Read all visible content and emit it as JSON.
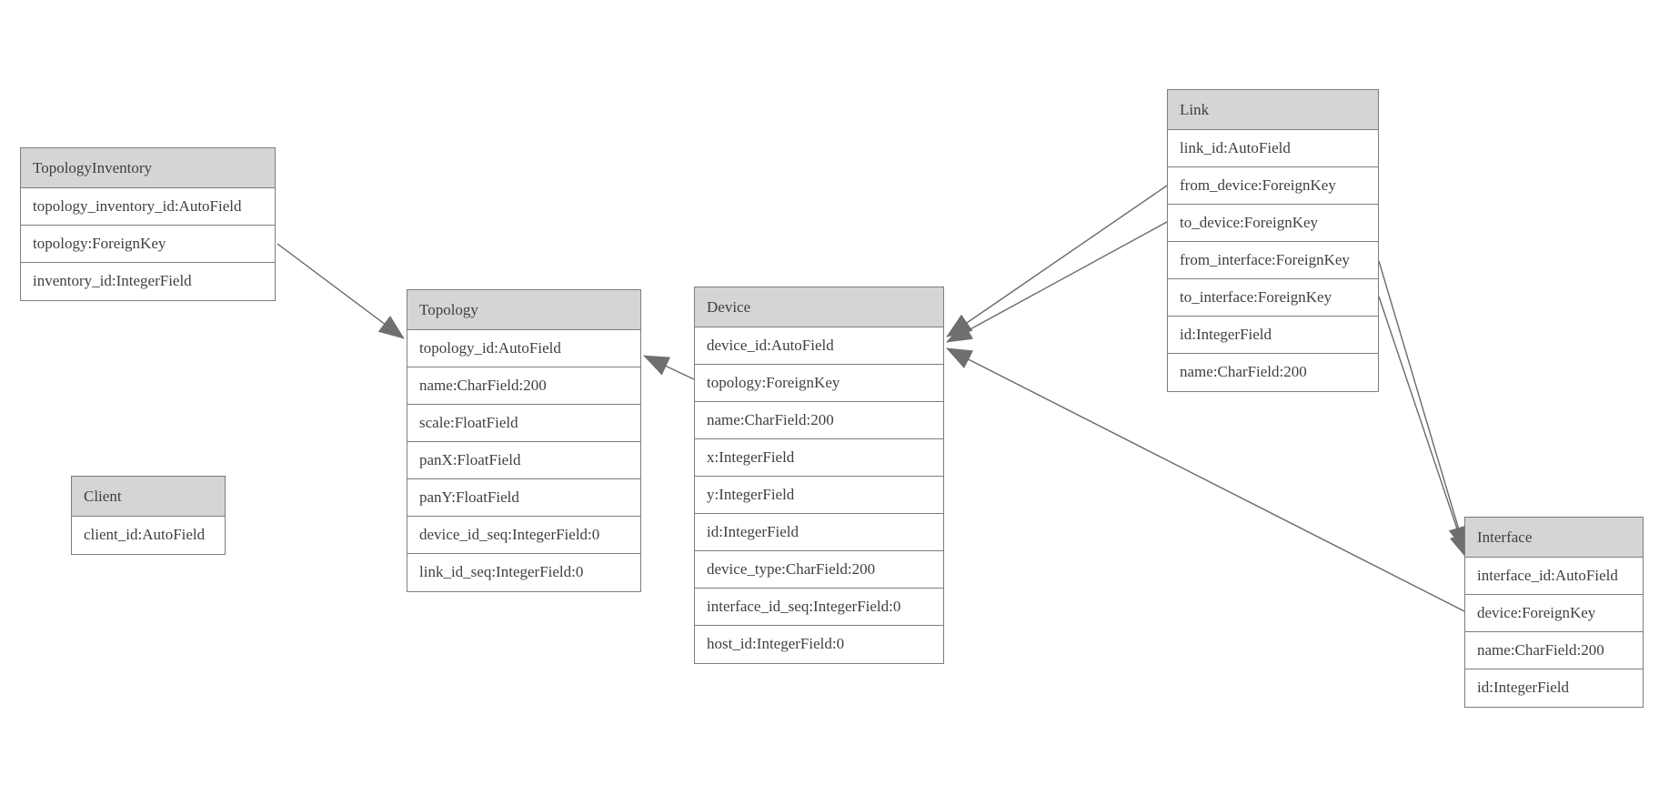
{
  "diagram": {
    "kind": "database-model-diagram",
    "colors": {
      "background": "#ffffff",
      "header_fill": "#d5d5d5",
      "border": "#7d7d7d",
      "text": "#3f3f3f",
      "line": "#6a6a6a",
      "arrowhead": "#6f6f6f"
    }
  },
  "entities": [
    {
      "name": "TopologyInventory",
      "fields": [
        "topology_inventory_id:AutoField",
        "topology:ForeignKey",
        "inventory_id:IntegerField"
      ]
    },
    {
      "name": "Topology",
      "fields": [
        "topology_id:AutoField",
        "name:CharField:200",
        "scale:FloatField",
        "panX:FloatField",
        "panY:FloatField",
        "device_id_seq:IntegerField:0",
        "link_id_seq:IntegerField:0"
      ]
    },
    {
      "name": "Client",
      "fields": [
        "client_id:AutoField"
      ]
    },
    {
      "name": "Device",
      "fields": [
        "device_id:AutoField",
        "topology:ForeignKey",
        "name:CharField:200",
        "x:IntegerField",
        "y:IntegerField",
        "id:IntegerField",
        "device_type:CharField:200",
        "interface_id_seq:IntegerField:0",
        "host_id:IntegerField:0"
      ]
    },
    {
      "name": "Link",
      "fields": [
        "link_id:AutoField",
        "from_device:ForeignKey",
        "to_device:ForeignKey",
        "from_interface:ForeignKey",
        "to_interface:ForeignKey",
        "id:IntegerField",
        "name:CharField:200"
      ]
    },
    {
      "name": "Interface",
      "fields": [
        "interface_id:AutoField",
        "device:ForeignKey",
        "name:CharField:200",
        "id:IntegerField"
      ]
    }
  ],
  "relationships": [
    {
      "from": "TopologyInventory.topology",
      "to": "Topology"
    },
    {
      "from": "Device.topology",
      "to": "Topology"
    },
    {
      "from": "Link.from_device",
      "to": "Device"
    },
    {
      "from": "Link.to_device",
      "to": "Device"
    },
    {
      "from": "Link.from_interface",
      "to": "Interface"
    },
    {
      "from": "Link.to_interface",
      "to": "Interface"
    },
    {
      "from": "Interface.device",
      "to": "Device"
    }
  ]
}
